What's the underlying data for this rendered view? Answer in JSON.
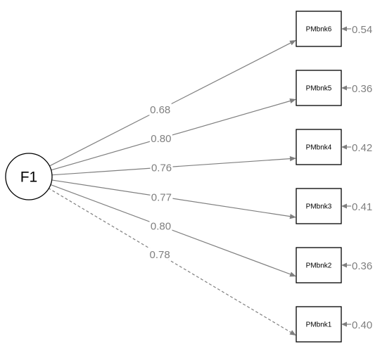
{
  "latent": {
    "label": "F1"
  },
  "paths": [
    {
      "indicator": "PMbnk6",
      "loading": "0.68",
      "residual": "0.54",
      "fixed": false
    },
    {
      "indicator": "PMbnk5",
      "loading": "0.80",
      "residual": "0.36",
      "fixed": false
    },
    {
      "indicator": "PMbnk4",
      "loading": "0.76",
      "residual": "0.42",
      "fixed": false
    },
    {
      "indicator": "PMbnk3",
      "loading": "0.77",
      "residual": "0.41",
      "fixed": false
    },
    {
      "indicator": "PMbnk2",
      "loading": "0.80",
      "residual": "0.36",
      "fixed": false
    },
    {
      "indicator": "PMbnk1",
      "loading": "0.78",
      "residual": "0.40",
      "fixed": true
    }
  ],
  "colors": {
    "path": "#7f7f7f",
    "node_stroke": "#000000",
    "background": "#ffffff"
  }
}
